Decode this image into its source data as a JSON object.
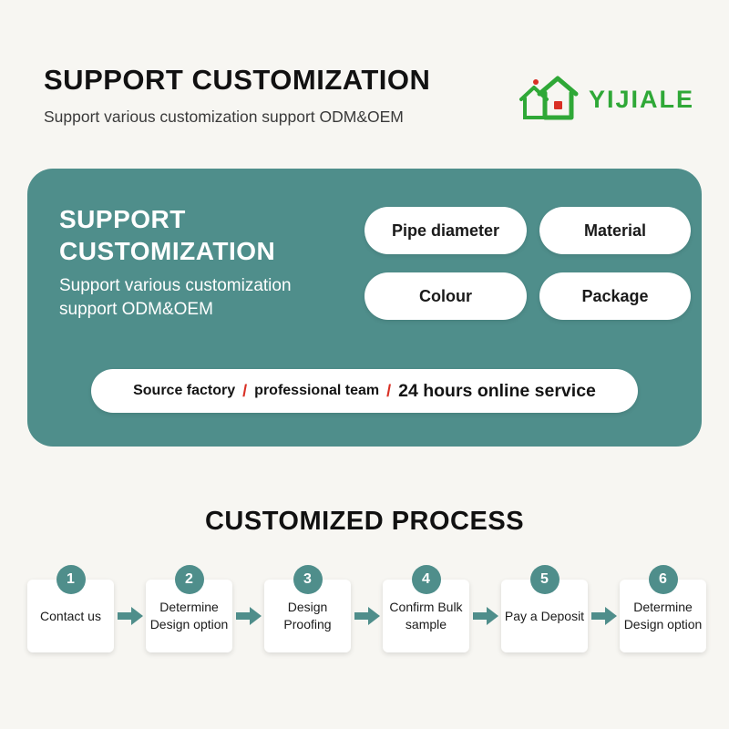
{
  "page": {
    "bg": "#f7f6f2",
    "accent_teal": "#4f8e8b",
    "accent_red": "#d93025",
    "logo_green": "#2fa837"
  },
  "header": {
    "title": "SUPPORT CUSTOMIZATION",
    "subtitle": "Support various customization support ODM&OEM",
    "logo_text": "YIJIALE",
    "logo_icon": "house-icon"
  },
  "card": {
    "title_line1": "SUPPORT",
    "title_line2": "CUSTOMIZATION",
    "subtitle_line1": "Support various customization",
    "subtitle_line2": "support ODM&OEM",
    "pills": [
      "Pipe diameter",
      "Material",
      "Colour",
      "Package"
    ],
    "banner": {
      "part1": "Source factory",
      "sep1": "/",
      "part2": "professional team",
      "sep2": "/",
      "part3": "24 hours online service"
    }
  },
  "process": {
    "title": "CUSTOMIZED PROCESS",
    "steps": [
      {
        "num": "1",
        "label": "Contact us"
      },
      {
        "num": "2",
        "label": "Determine Design option"
      },
      {
        "num": "3",
        "label": "Design Proofing"
      },
      {
        "num": "4",
        "label": "Confirm Bulk sample"
      },
      {
        "num": "5",
        "label": "Pay a Deposit"
      },
      {
        "num": "6",
        "label": "Determine Design option"
      }
    ]
  }
}
